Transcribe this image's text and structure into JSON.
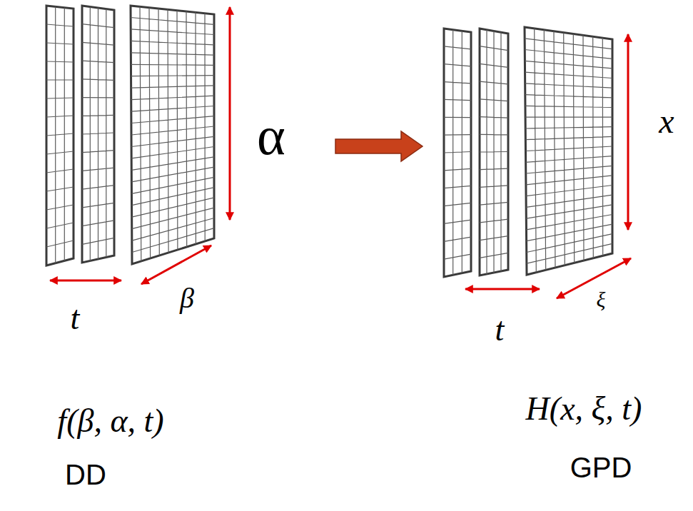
{
  "diagram": {
    "labels": [
      "α",
      "β",
      "t",
      "x",
      "ξ",
      "t",
      "f(β, α, t)",
      "DD",
      "H(x, ξ, t)",
      "GPD"
    ]
  }
}
